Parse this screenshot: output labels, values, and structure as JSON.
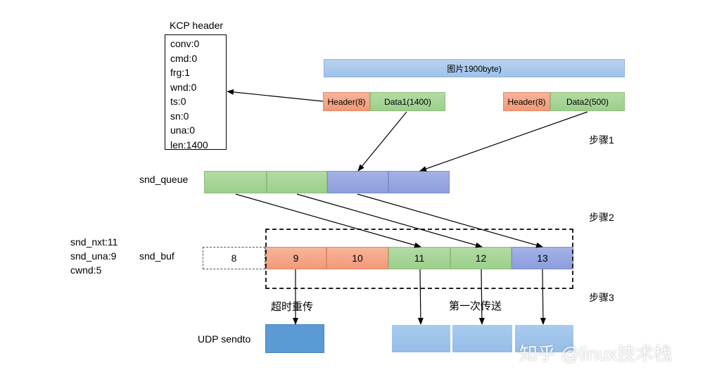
{
  "kcp_header": {
    "title": "KCP header",
    "fields": [
      "conv:0",
      "cmd:0",
      "frg:1",
      "wnd:0",
      "ts:0",
      "sn:0",
      "una:0",
      "len:1400"
    ]
  },
  "image_bar": {
    "label": "图片1900byte)"
  },
  "packet1": {
    "header": "Header(8)",
    "data": "Data1(1400)"
  },
  "packet2": {
    "header": "Header(8)",
    "data": "Data2(500)"
  },
  "steps": {
    "step1": "步骤1",
    "step2": "步骤2",
    "step3": "步骤3"
  },
  "snd_queue": {
    "label": "snd_queue"
  },
  "snd_buf": {
    "label": "snd_buf",
    "cells": [
      "8",
      "9",
      "10",
      "11",
      "12",
      "13"
    ]
  },
  "params": {
    "snd_nxt": "snd_nxt:11",
    "snd_una": "snd_una:9",
    "cwnd": "cwnd:5"
  },
  "annotations": {
    "retransmit": "超时重传",
    "first_send": "第一次传送"
  },
  "udp": {
    "label": "UDP sendto"
  },
  "watermark": "知乎 @linux技术栈",
  "colors": {
    "header_orange": "#f29a78",
    "data_green": "#9ccf8b",
    "queue_purple": "#8d9ddc",
    "image_blue": "#9dc2ea",
    "udp_blue": "#5b9bd5"
  }
}
